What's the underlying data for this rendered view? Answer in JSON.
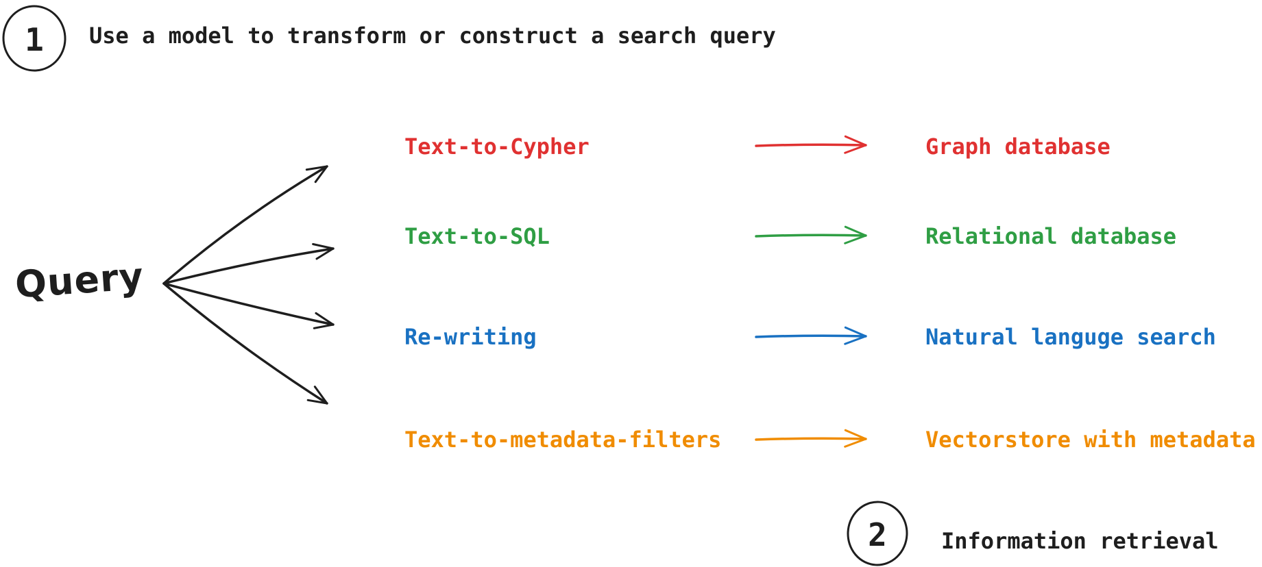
{
  "palette": {
    "black": "#1e1e1e",
    "red": "#e03131",
    "green": "#2f9e44",
    "blue": "#1971c2",
    "orange": "#f08c00",
    "background": "#ffffff"
  },
  "step1": {
    "number": "1",
    "title": "Use a model to transform or construct a search query"
  },
  "step2": {
    "number": "2",
    "title": "Information retrieval"
  },
  "query": {
    "label": "Query"
  },
  "rows": [
    {
      "method": "Text-to-Cypher",
      "target": "Graph database",
      "color": "#e03131"
    },
    {
      "method": "Text-to-SQL",
      "target": "Relational database",
      "color": "#2f9e44"
    },
    {
      "method": "Re-writing",
      "target": "Natural languge search",
      "color": "#1971c2"
    },
    {
      "method": "Text-to-metadata-filters",
      "target": "Vectorstore with metadata",
      "color": "#f08c00"
    }
  ]
}
